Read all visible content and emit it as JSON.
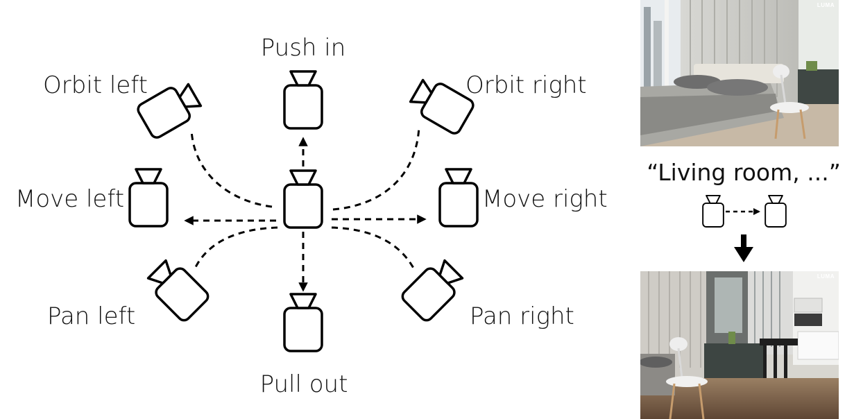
{
  "diagram": {
    "moves": {
      "push_in": "Push in",
      "orbit_left": "Orbit left",
      "orbit_right": "Orbit right",
      "move_left": "Move left",
      "move_right": "Move right",
      "pan_left": "Pan left",
      "pan_right": "Pan right",
      "pull_out": "Pull out"
    }
  },
  "example": {
    "prompt": "“Living room, ...”",
    "top_image_brand": "LUMA",
    "bottom_image_brand": "LUMA"
  },
  "icons": {
    "camera": "camera-icon",
    "arrow": "arrow-down-icon"
  }
}
